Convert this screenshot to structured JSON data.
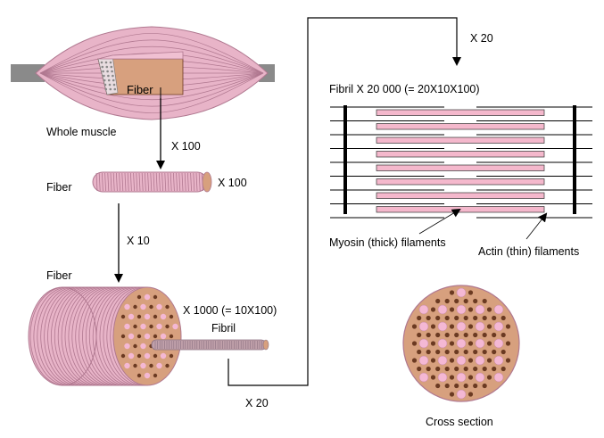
{
  "labels": {
    "fiber_on_muscle": "Fiber",
    "whole_muscle": "Whole muscle",
    "x100_arrow": "X 100",
    "fiber_left": "Fiber",
    "fiber_x100": "X 100",
    "x10_arrow": "X 10",
    "fiber_bundle": "Fiber",
    "x1000": "X 1000 (= 10X100)",
    "fibril": "Fibril",
    "x20_bottom": "X 20",
    "x20_top": "X 20",
    "fibril_magnification": "Fibril  X 20 000 (= 20X10X100)",
    "myosin": "Myosin (thick) filaments",
    "actin": "Actin (thin) filaments",
    "cross_section": "Cross section"
  },
  "colors": {
    "muscle": "#e8b4c8",
    "muscle_line": "#b07890",
    "tendon": "#8a8a8a",
    "interior": "#d7a07e",
    "dark_dot": "#6b3a22",
    "pink_dot": "#f4b8d4",
    "filament_fill": "#f4b8cc",
    "arrow": "#000000"
  }
}
